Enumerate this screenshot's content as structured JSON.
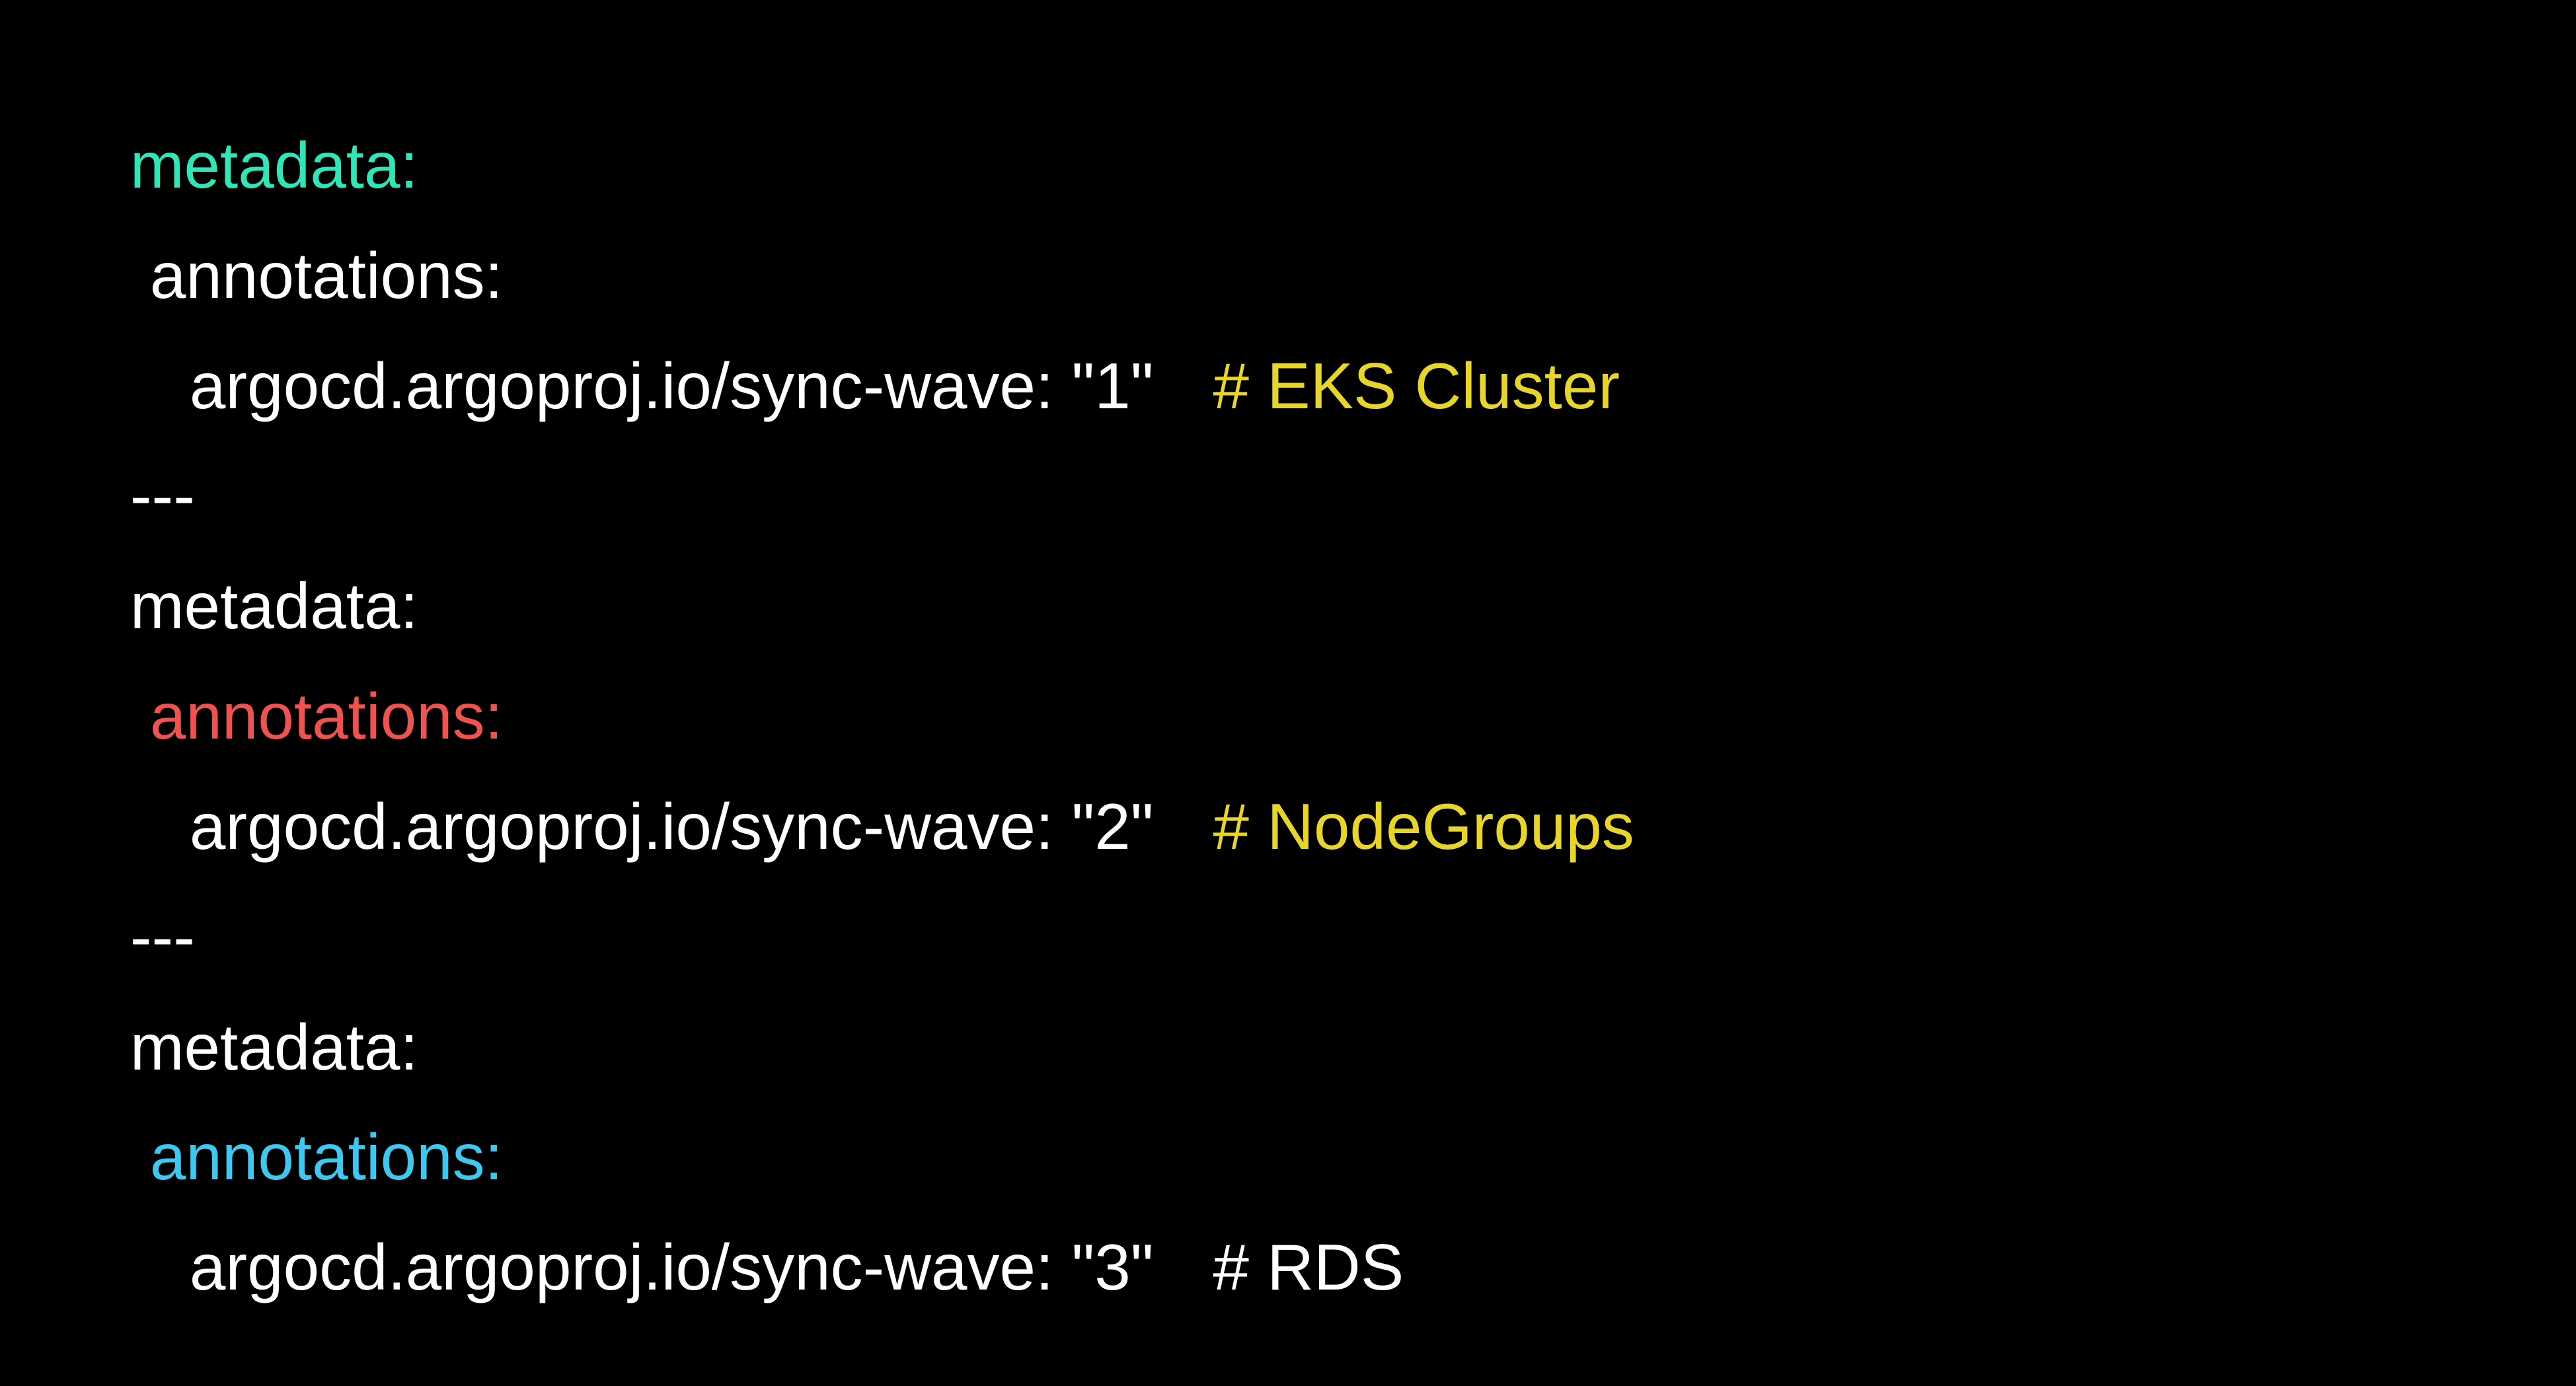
{
  "colors": {
    "background": "#000000",
    "default_text": "#ffffff",
    "metadata_teal": "#2ee6b8",
    "annotations_red": "#f0524f",
    "annotations_blue": "#3cc8f0",
    "comment_yellow": "#e8d52a"
  },
  "code": {
    "block1": {
      "metadata": "metadata:",
      "annotations": "annotations:",
      "wave": "argocd.argoproj.io/sync-wave: \"1\"",
      "comment": "# EKS Cluster"
    },
    "separator1": "---",
    "block2": {
      "metadata": "metadata:",
      "annotations": "annotations:",
      "wave": "argocd.argoproj.io/sync-wave: \"2\"",
      "comment": "# NodeGroups"
    },
    "separator2": "---",
    "block3": {
      "metadata": "metadata:",
      "annotations": "annotations:",
      "wave": "argocd.argoproj.io/sync-wave: \"3\"",
      "comment": "# RDS"
    }
  }
}
